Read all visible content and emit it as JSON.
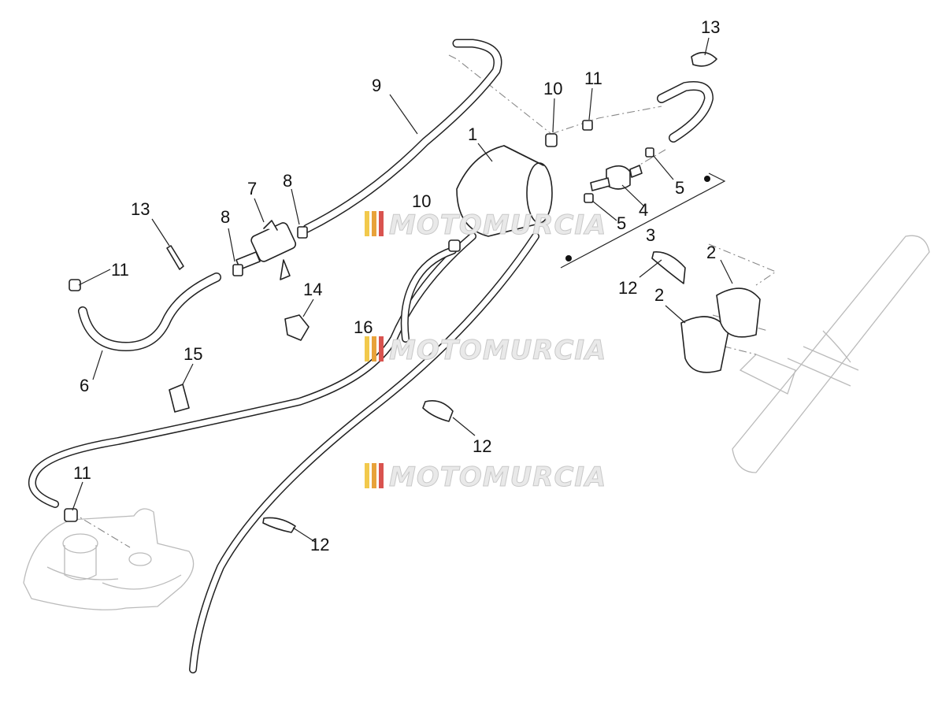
{
  "diagram": {
    "watermark_text": "MOTOMURCIA",
    "watermark_colors": [
      "#f2c94c",
      "#e8a23a",
      "#d9534f"
    ],
    "callouts": [
      {
        "id": "c1",
        "label": "1"
      },
      {
        "id": "c2a",
        "label": "2"
      },
      {
        "id": "c2b",
        "label": "2"
      },
      {
        "id": "c3",
        "label": "3"
      },
      {
        "id": "c4",
        "label": "4"
      },
      {
        "id": "c5a",
        "label": "5"
      },
      {
        "id": "c5b",
        "label": "5"
      },
      {
        "id": "c6",
        "label": "6"
      },
      {
        "id": "c7",
        "label": "7"
      },
      {
        "id": "c8a",
        "label": "8"
      },
      {
        "id": "c8b",
        "label": "8"
      },
      {
        "id": "c9",
        "label": "9"
      },
      {
        "id": "c10a",
        "label": "10"
      },
      {
        "id": "c10b",
        "label": "10"
      },
      {
        "id": "c11a",
        "label": "11"
      },
      {
        "id": "c11b",
        "label": "11"
      },
      {
        "id": "c11c",
        "label": "11"
      },
      {
        "id": "c12a",
        "label": "12"
      },
      {
        "id": "c12b",
        "label": "12"
      },
      {
        "id": "c12c",
        "label": "12"
      },
      {
        "id": "c13a",
        "label": "13"
      },
      {
        "id": "c13b",
        "label": "13"
      },
      {
        "id": "c14",
        "label": "14"
      },
      {
        "id": "c15",
        "label": "15"
      },
      {
        "id": "c16",
        "label": "16"
      }
    ]
  }
}
